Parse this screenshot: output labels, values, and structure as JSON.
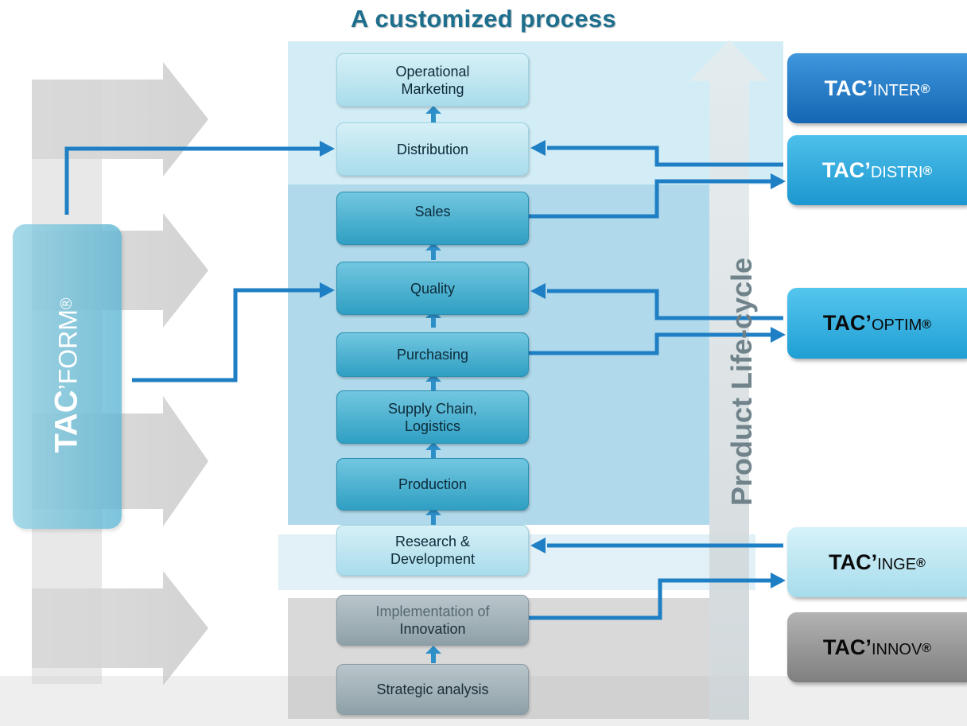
{
  "title": "A customized process",
  "steps": [
    {
      "id": "operational-marketing",
      "lines": [
        "Operational",
        "Marketing"
      ],
      "tone": "light"
    },
    {
      "id": "distribution",
      "lines": [
        "Distribution"
      ],
      "tone": "light"
    },
    {
      "id": "sales",
      "lines": [
        "Sales"
      ],
      "tone": "mid"
    },
    {
      "id": "quality",
      "lines": [
        "Quality"
      ],
      "tone": "mid"
    },
    {
      "id": "purchasing",
      "lines": [
        "Purchasing"
      ],
      "tone": "mid"
    },
    {
      "id": "supply-chain",
      "lines": [
        "Supply Chain,",
        "Logistics"
      ],
      "tone": "mid"
    },
    {
      "id": "production",
      "lines": [
        "Production"
      ],
      "tone": "mid"
    },
    {
      "id": "research",
      "lines": [
        "Research &",
        "Development"
      ],
      "tone": "light"
    },
    {
      "id": "implementation",
      "lines": [
        "Implementation of",
        "Innovation"
      ],
      "tone": "grey"
    },
    {
      "id": "strategic",
      "lines": [
        "Strategic analysis"
      ],
      "tone": "grey"
    }
  ],
  "tac_form": {
    "brand": "TAC",
    "apostrophe": "’",
    "suffix": "FORM",
    "reg": "®"
  },
  "tacs": [
    {
      "id": "inter",
      "brand": "TAC",
      "apostrophe": "’",
      "suffix": "INTER",
      "reg": "®",
      "color": "#1e78c8"
    },
    {
      "id": "distri",
      "brand": "TAC",
      "apostrophe": "’",
      "suffix": "DISTRI",
      "reg": "®",
      "color": "#27a9de"
    },
    {
      "id": "optim",
      "brand": "TAC",
      "apostrophe": "’",
      "suffix": "OPTIM",
      "reg": "®",
      "color": "#2ab1e3"
    },
    {
      "id": "inge",
      "brand": "TAC",
      "apostrophe": "’",
      "suffix": "INGE",
      "reg": "®",
      "color": "#b9e6f1"
    },
    {
      "id": "innov",
      "brand": "TAC",
      "apostrophe": "’",
      "suffix": "INNOV",
      "reg": "®",
      "color": "#8e8e8e"
    }
  ],
  "product_lifecycle_label": "Product Life-cycle",
  "colors": {
    "connector": "#1f7fc4",
    "title": "#1d6f8d"
  }
}
